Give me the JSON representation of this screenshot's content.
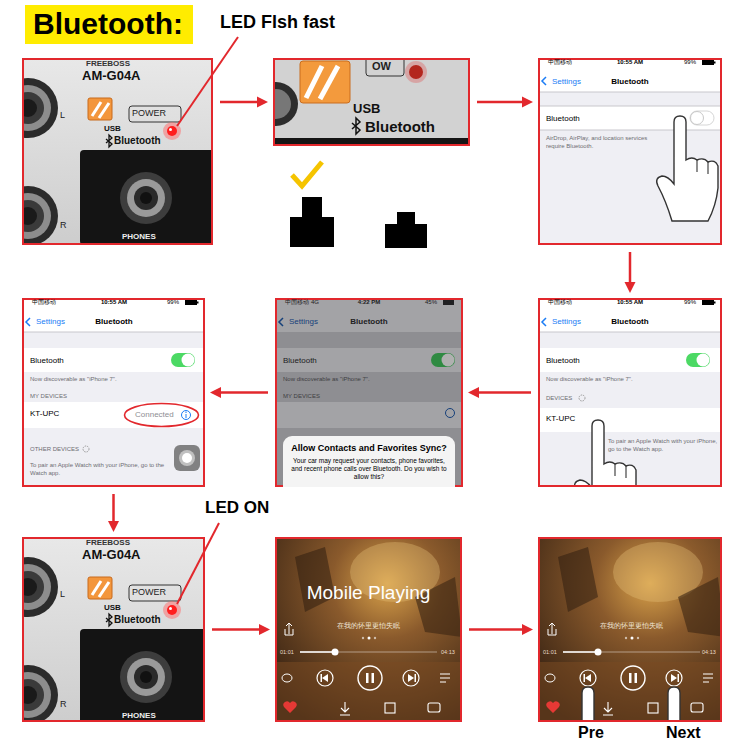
{
  "diagram": {
    "title": "Bluetooth:",
    "nodes": [
      {
        "text": [
          "FREEBOSS",
          "AM-G04A",
          "POWER",
          "USB",
          "Bluetooth",
          "L",
          "R",
          "PHONES"
        ]
      },
      {
        "text": [
          "OW",
          "USB",
          "Bluetooth"
        ]
      },
      {
        "text": [
          "中国移动",
          "10:55 AM",
          "99%",
          "Settings",
          "Bluetooth",
          "Bluetooth",
          "AirDrop, AirPlay, and location services require Bluetooth."
        ]
      },
      {
        "text": [
          "中国移动",
          "10:55 AM",
          "99%",
          "Settings",
          "Bluetooth",
          "Bluetooth",
          "Now discoverable as \"iPhone 7\".",
          "MY DEVICES",
          "KT-UPC",
          "OTHER DEVICES",
          "To pair an Apple Watch with your iPhone, go to the Watch app."
        ]
      },
      {
        "text": [
          "Connected"
        ],
        "in": 3
      },
      {
        "text": [
          "中国移动",
          "4G",
          "4:22 PM",
          "45%",
          "Settings",
          "Bluetooth",
          "Bluetooth",
          "Now discoverable as \"iPhone 7\".",
          "MY DEVICES"
        ]
      },
      {
        "text": [
          "Allow Contacts and Favorites Sync?",
          "Your car may request your contacts, phone favorites, and recent phone calls over Bluetooth. Do you wish to allow this?"
        ],
        "in": 5
      },
      {
        "text": [
          "中国移动",
          "10:55 AM",
          "99%",
          "Settings",
          "Bluetooth",
          "Bluetooth",
          "Now discoverable as \"iPhone 7\".",
          "DEVICES",
          "KT-UPC",
          "To pair an Apple Watch with your iPhone, go to the Watch app."
        ]
      },
      {
        "text": [
          "FREEBOSS",
          "AM-G04A",
          "POWER",
          "USB",
          "Bluetooth",
          "L",
          "R",
          "PHONES"
        ]
      },
      {
        "text": [
          "Mobile Playing",
          "在我的怀里更怕失眠",
          "01:01",
          "04:13"
        ]
      },
      {
        "text": [
          "在我的怀里更怕失眠",
          "01:01",
          "04:13"
        ]
      }
    ],
    "edges": [
      {
        "from": 0,
        "to": 1,
        "arrow": "to"
      },
      {
        "from": 1,
        "to": 2,
        "arrow": "to"
      },
      {
        "from": 2,
        "to": 7,
        "arrow": "to"
      },
      {
        "from": 7,
        "to": 5,
        "arrow": "to"
      },
      {
        "from": 5,
        "to": 3,
        "arrow": "to"
      },
      {
        "from": 3,
        "to": 8,
        "arrow": "to"
      },
      {
        "from": 8,
        "to": 9,
        "arrow": "to"
      },
      {
        "from": 9,
        "to": 10,
        "arrow": "to"
      }
    ],
    "labels": [
      "LED Flsh fast",
      "LED ON",
      "Pre",
      "Next"
    ]
  }
}
